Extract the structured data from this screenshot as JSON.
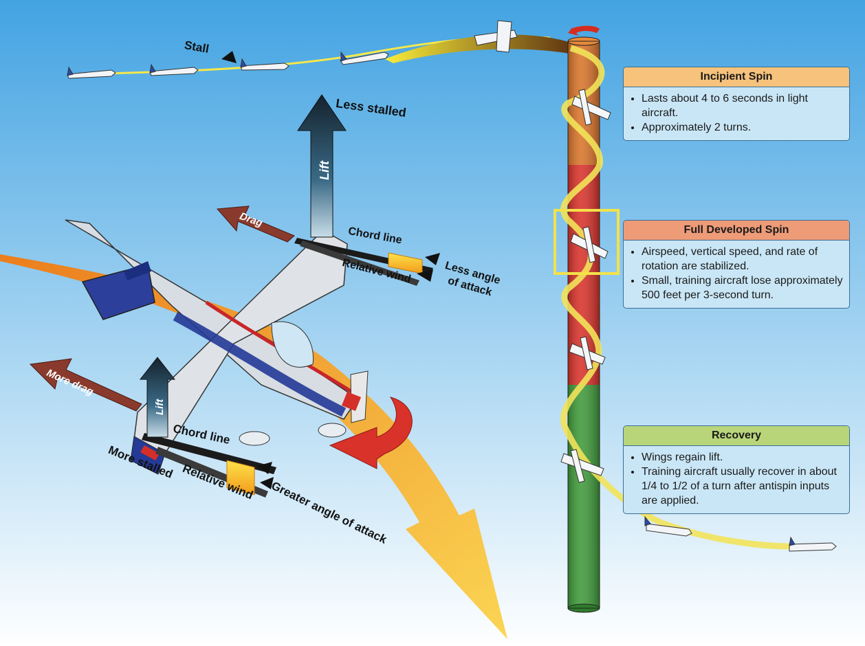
{
  "labels": {
    "stall": "Stall",
    "less_stalled": "Less stalled",
    "lift_top": "Lift",
    "drag": "Drag",
    "chord_line_top": "Chord line",
    "relative_wind_top": "Relative wind",
    "less_angle_line1": "Less angle",
    "less_angle_line2": "of attack",
    "more_drag": "More drag",
    "lift_bottom": "Lift",
    "chord_line_bottom": "Chord line",
    "more_stalled": "More stalled",
    "relative_wind_bottom": "Relative wind",
    "greater_angle": "Greater angle of attack"
  },
  "boxes": [
    {
      "title": "Incipient Spin",
      "header_color": "#f6c27c",
      "items": [
        "Lasts about 4 to 6 seconds in light aircraft.",
        "Approximately 2 turns."
      ]
    },
    {
      "title": "Full Developed Spin",
      "header_color": "#ee9b78",
      "items": [
        "Airspeed, vertical speed, and rate of rotation are stabilized.",
        "Small, training aircraft lose approximately 500 feet per 3-second turn."
      ]
    },
    {
      "title": "Recovery",
      "header_color": "#b9d57a",
      "items": [
        "Wings regain lift.",
        "Training aircraft usually recover in about 1/4 to 1/2 of a turn after antispin inputs are applied."
      ]
    }
  ],
  "colors": {
    "sky_top": "#4aa8e4",
    "sky_bottom": "#ffffff",
    "column_incipient": "#d9742a",
    "column_developed": "#d8322a",
    "column_recovery": "#3f9a3a",
    "highlight": "#f4e24a",
    "drag_arrow": "#8a3a2c",
    "lift_arrow": "#1d2f3c",
    "path_orange": "#f39a1e"
  }
}
